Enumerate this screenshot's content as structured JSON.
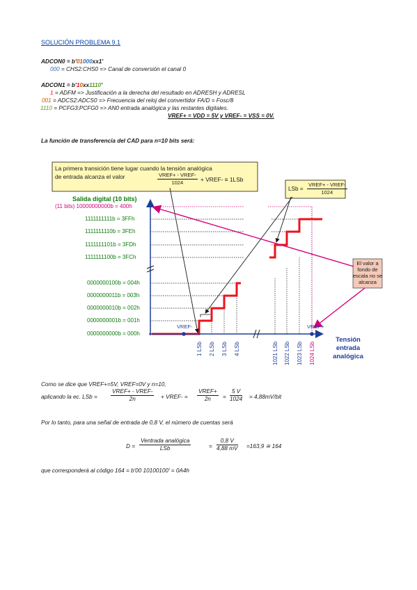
{
  "title": "SOLUCIÓN PROBLEMA 9.1",
  "adcon0": {
    "line1_prefix": "ADCON0 = b'",
    "line1_orange": "01",
    "line1_blue": "000",
    "line1_suffix": "xx1'",
    "line2_code": "000",
    "line2_text": " = CHS2:CHS0 => Canal de conversión el canal 0"
  },
  "adcon1": {
    "line1_prefix": "ADCON1 = b'",
    "line1_red": "1",
    "line1_orange": "0",
    "line1_mid": "xx",
    "line1_green": "1110",
    "line1_suffix": "'",
    "line2_code": "1",
    "line2_text": " = ADFM => Justificación a la derecha del resultado en ADRESH y ADRESL",
    "line3_code": "001",
    "line3_text": " = ADCS2:ADCS0 => Frecuencia del reloj del convertidor FA/D = Fosc/8",
    "line4_code": "1110",
    "line4_text": " = PCFG3:PCFG0 => AN0 entrada analógica y las restantes digitales.",
    "line5": "VREF+ = VDD = 5V y VREF- = VSS = 0V."
  },
  "intro": "La función de transferencia del CAD para n=10 bits será:",
  "diagram": {
    "callout1_line1": "La primera transición tiene lugar cuando la tensión analógica",
    "callout1_line2": "de entrada alcanza el valor",
    "callout1_num": "VREF+ - VREF-",
    "callout1_den": "1024",
    "callout1_tail": "+ VREF- ≡ 1LSb",
    "callout2_lsb": "LSb =",
    "callout2_num": "VREF+ - VREF-",
    "callout2_den": "1024",
    "y_title": "Salida digital (10 bits)",
    "y_top_label": "(11 bits) 10000000000b = 400h",
    "y_labels_top": [
      "1111111111b = 3FFh",
      "1111111110b = 3FEh",
      "1111111101b = 3FDh",
      "1111111100b = 3FCh"
    ],
    "y_labels_bottom": [
      "0000000100b = 004h",
      "0000000011b = 003h",
      "0000000010b = 002h",
      "0000000001b = 001h",
      "0000000000b = 000h"
    ],
    "vref_minus": "VREF-",
    "vref_plus": "VREF+",
    "x_labels_left": [
      "1 LSb",
      "2 LSb",
      "3 LSb",
      "4 LSb"
    ],
    "x_labels_right": [
      "1021 LSb",
      "1022 LSb",
      "1023 LSb",
      "1024 LSb"
    ],
    "x_title": [
      "Tensión",
      "entrada",
      "analógica"
    ],
    "callout3": [
      "El valor a",
      "fondo de",
      "escala no se",
      "alcanza"
    ]
  },
  "calc": {
    "line1": "Como se dice que VREF+=5V, VREF=0V y n=10,",
    "line2_prefix": "aplicando la ec. LSb =",
    "f1_num": "VREF+ - VREF-",
    "f1_den": "2n",
    "plus_vref": "+ VREF- =",
    "f2_num": "VREF+",
    "f2_den": "2n",
    "eq": "=",
    "f3_num": "5 V",
    "f3_den": "1024",
    "result": "= 4,88mV/bit",
    "line3": "Por lo tanto, para una señal de entrada de 0,8 V, el número de cuentas será",
    "d_prefix": "D =",
    "d_num": "Ventrada analógica",
    "d_den": "LSb",
    "d_eq": "=",
    "d2_num": "0,8 V",
    "d2_den": "4,88 mV",
    "d_result": "=163,9 ≅ 164",
    "line4": "que corresponderá al código 164 = b'00 10100100' = 0A4h"
  },
  "colors": {
    "step": "#e8141e",
    "axis": "#1f3d99",
    "green": "#0e7a0e",
    "magenta": "#d4007a",
    "callout_bg": "#fff8b8",
    "link": "#0645ad"
  }
}
